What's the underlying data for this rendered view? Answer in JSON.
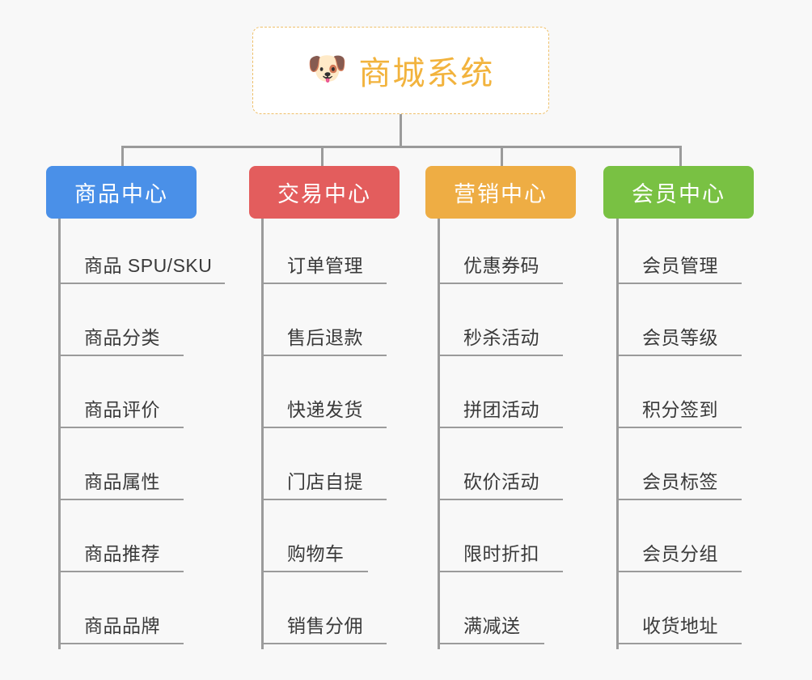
{
  "diagram": {
    "type": "org-tree",
    "background_color": "#f8f8f8",
    "connector_color": "#9b9b9b",
    "root": {
      "icon": "dog-face-icon",
      "icon_glyph": "🐶",
      "title": "商城系统",
      "text_color": "#f2b33d",
      "border_color": "#efc06a",
      "background_color": "#ffffff"
    },
    "columns": [
      {
        "id": "product-center",
        "label": "商品中心",
        "color": "#4a90e8",
        "items": [
          "商品 SPU/SKU",
          "商品分类",
          "商品评价",
          "商品属性",
          "商品推荐",
          "商品品牌"
        ]
      },
      {
        "id": "trade-center",
        "label": "交易中心",
        "color": "#e35d5d",
        "items": [
          "订单管理",
          "售后退款",
          "快递发货",
          "门店自提",
          "购物车",
          "销售分佣"
        ]
      },
      {
        "id": "marketing-center",
        "label": "营销中心",
        "color": "#eead44",
        "items": [
          "优惠券码",
          "秒杀活动",
          "拼团活动",
          "砍价活动",
          "限时折扣",
          "满减送"
        ]
      },
      {
        "id": "member-center",
        "label": "会员中心",
        "color": "#79c143",
        "items": [
          "会员管理",
          "会员等级",
          "积分签到",
          "会员标签",
          "会员分组",
          "收货地址"
        ]
      }
    ]
  }
}
